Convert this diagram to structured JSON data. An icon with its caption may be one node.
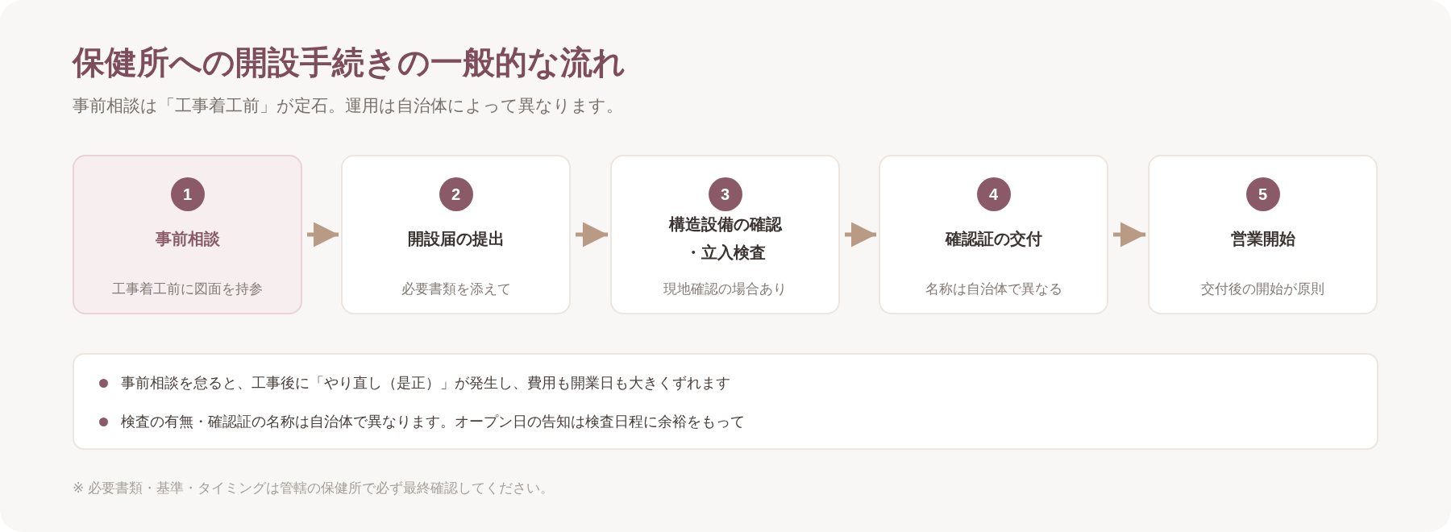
{
  "diagram": {
    "title": "保健所への開設手続きの一般的な流れ",
    "nodes": [
      {
        "text": [
          "事前相談",
          "工事着工前に図面を持参"
        ]
      },
      {
        "text": [
          "1"
        ],
        "in": 0
      },
      {
        "text": [
          "開設届の提出",
          "必要書類を添えて"
        ]
      },
      {
        "text": [
          "2"
        ],
        "in": 2
      },
      {
        "text": [
          "構造設備の確認・立入検査",
          "現地確認の場合あり"
        ]
      },
      {
        "text": [
          "3"
        ],
        "in": 4
      },
      {
        "text": [
          "確認証の交付",
          "名称は自治体で異なる"
        ]
      },
      {
        "text": [
          "4"
        ],
        "in": 6
      },
      {
        "text": [
          "営業開始",
          "交付後の開始が原則"
        ]
      },
      {
        "text": [
          "5"
        ],
        "in": 8
      },
      {
        "text": [
          "事前相談を怠ると、工事後に「やり直し（是正）」が発生し、費用も開業日も大きくずれます",
          "検査の有無・確認証の名称は自治体で異なります。オープン日の告知は検査日程に余裕をもって"
        ]
      }
    ],
    "edges": [
      {
        "from": 0,
        "to": 2,
        "arrow": "to"
      },
      {
        "from": 2,
        "to": 4,
        "arrow": "to"
      },
      {
        "from": 4,
        "to": 6,
        "arrow": "to"
      },
      {
        "from": 6,
        "to": 8,
        "arrow": "to"
      }
    ],
    "labels": [
      "事前相談は「工事着工前」が定石。運用は自治体によって異なります。",
      "※ 必要書類・基準・タイミングは管轄の保健所で必ず最終確認してください。"
    ]
  }
}
